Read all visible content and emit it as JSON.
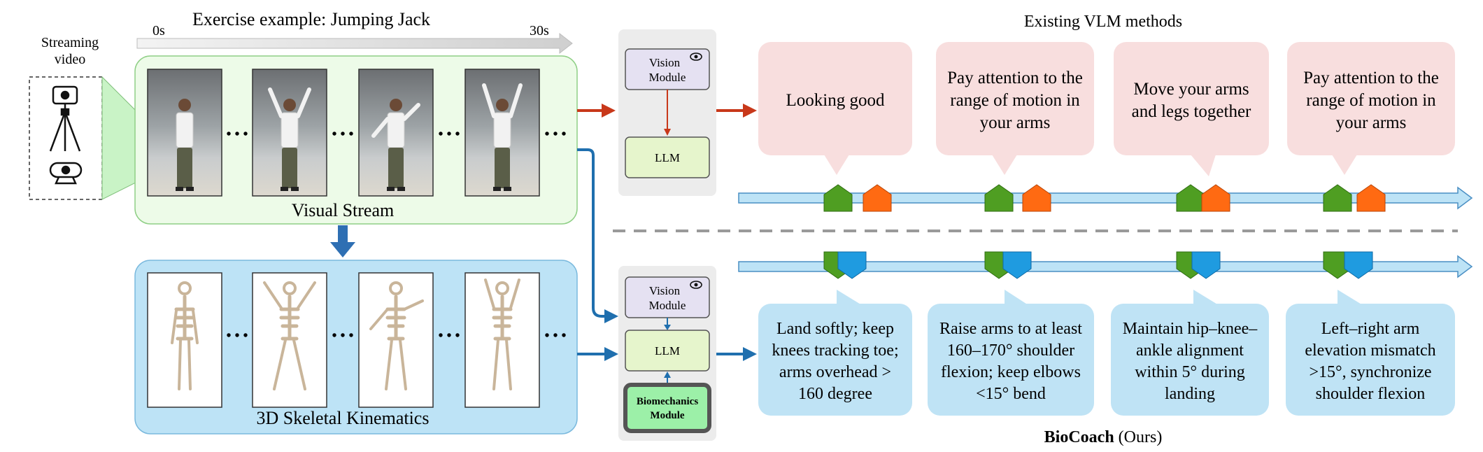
{
  "source": {
    "label_line1": "Streaming",
    "label_line2": "video"
  },
  "timeline": {
    "title": "Exercise example: Jumping Jack",
    "start": "0s",
    "end": "30s"
  },
  "visual_stream": {
    "label": "Visual Stream"
  },
  "skeletal_stream": {
    "label": "3D Skeletal Kinematics"
  },
  "ellipsis": "• • •",
  "vlm_box": {
    "vision_line1": "Vision",
    "vision_line2": "Module",
    "llm": "LLM"
  },
  "ours_box": {
    "vision_line1": "Vision",
    "vision_line2": "Module",
    "llm": "LLM",
    "bio_line1": "Biomechanics",
    "bio_line2": "Module"
  },
  "existing": {
    "title": "Existing VLM methods",
    "bubbles": [
      {
        "lines": [
          "Looking good"
        ]
      },
      {
        "lines": [
          "Pay attention to the",
          "range of motion in",
          "your arms"
        ]
      },
      {
        "lines": [
          "Move your arms",
          "and legs together"
        ]
      },
      {
        "lines": [
          "Pay attention to the",
          "range of motion in",
          "your arms"
        ]
      }
    ]
  },
  "ours": {
    "title_bold": "BioCoach",
    "title_rest": " (Ours)",
    "bubbles": [
      {
        "lines": [
          "Land softly; keep",
          "knees tracking toe;",
          "arms overhead >",
          "160 degree"
        ]
      },
      {
        "lines": [
          "Raise arms to at least",
          "160–170° shoulder",
          "flexion; keep elbows",
          "<15° bend"
        ]
      },
      {
        "lines": [
          "Maintain hip–knee–",
          "ankle alignment",
          "within 5° during",
          "landing"
        ]
      },
      {
        "lines": [
          "Left–right arm",
          "elevation mismatch",
          ">15°, synchronize",
          "shoulder flexion"
        ]
      }
    ]
  },
  "colors": {
    "green_marker": "#4f9e22",
    "orange_marker": "#ff6a12",
    "blue_marker": "#1f9be0",
    "vlm_arrow": "#c8381a",
    "ours_arrow": "#1f6fae",
    "existing_bubble": "#f8dede",
    "ours_bubble": "#bfe3f5"
  }
}
